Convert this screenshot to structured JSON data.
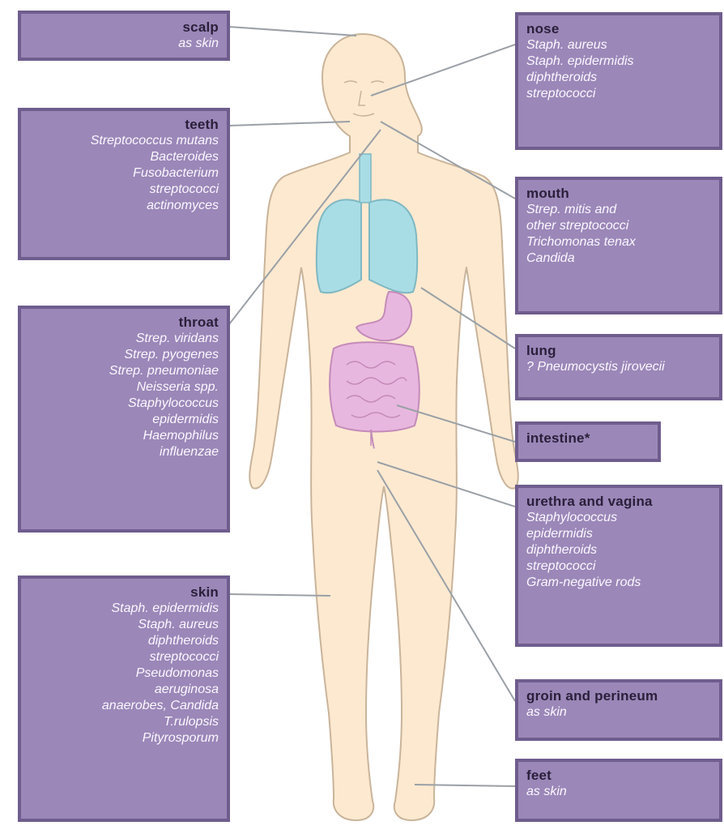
{
  "colors": {
    "box_fill": "#9b87b8",
    "box_border": "#6f5d8e",
    "skin": "#fde9d0",
    "lungs": "#a9dde6",
    "digestive": "#e8b7df",
    "leader_line": "#9aa0a6"
  },
  "labels": {
    "scalp": {
      "title": "scalp",
      "items": [
        "as skin"
      ]
    },
    "teeth": {
      "title": "teeth",
      "items": [
        "Streptococcus mutans",
        "Bacteroides",
        "Fusobacterium",
        "streptococci",
        "actinomyces"
      ]
    },
    "throat": {
      "title": "throat",
      "items": [
        "Strep. viridans",
        "Strep. pyogenes",
        "Strep. pneumoniae",
        "Neisseria spp.",
        "Staphylococcus",
        "epidermidis",
        "Haemophilus",
        "influenzae"
      ]
    },
    "skin": {
      "title": "skin",
      "items": [
        "Staph. epidermidis",
        "Staph. aureus",
        "diphtheroids",
        "streptococci",
        "Pseudomonas",
        "aeruginosa",
        "anaerobes, Candida",
        "T.rulopsis",
        "Pityrosporum"
      ]
    },
    "nose": {
      "title": "nose",
      "items": [
        "Staph. aureus",
        "Staph. epidermidis",
        "diphtheroids",
        "streptococci"
      ]
    },
    "mouth": {
      "title": "mouth",
      "items": [
        "Strep. mitis and",
        "other streptococci",
        "Trichomonas tenax",
        "Candida"
      ]
    },
    "lung": {
      "title": "lung",
      "items": [
        "? Pneumocystis jirovecii"
      ]
    },
    "intestine": {
      "title": "intestine*",
      "items": []
    },
    "urethra": {
      "title": "urethra and vagina",
      "items": [
        "Staphylococcus",
        "epidermidis",
        "diphtheroids",
        "streptococci",
        "Gram-negative rods"
      ]
    },
    "groin": {
      "title": "groin and perineum",
      "items": [
        "as skin"
      ]
    },
    "feet": {
      "title": "feet",
      "items": [
        "as skin"
      ]
    }
  }
}
